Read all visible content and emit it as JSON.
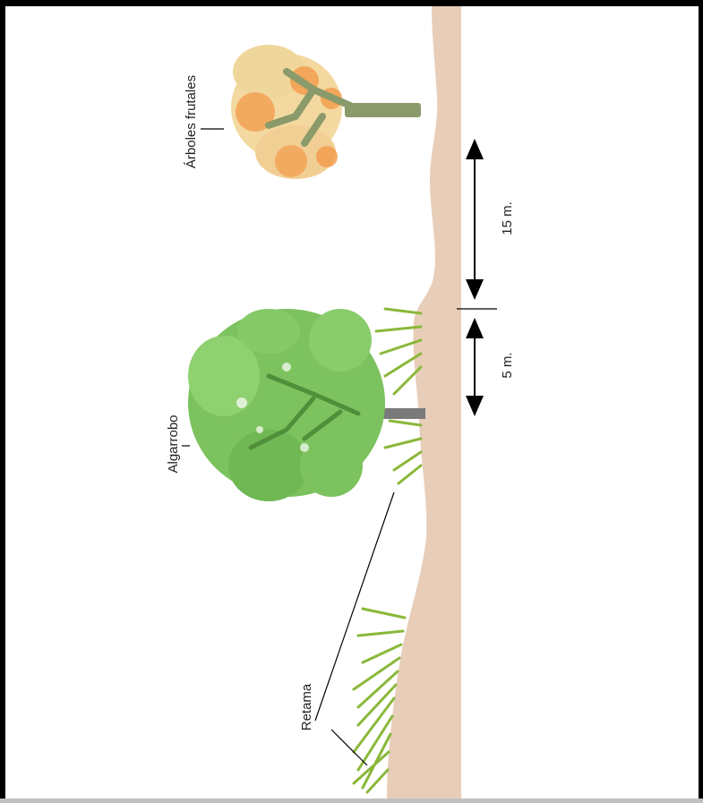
{
  "labels": {
    "fruit_trees": "Árboles frutales",
    "carob": "Algarrobo",
    "broom": "Retama",
    "distance_long": "15 m.",
    "distance_short": "5 m."
  },
  "colors": {
    "soil": "#e8cdb8",
    "fruit_foliage": "#f3d9a0",
    "fruit_accent": "#f29a4a",
    "fruit_trunk": "#8a9a6a",
    "carob_foliage": "#7cc25e",
    "carob_dark": "#4f8f3a",
    "carob_trunk": "#7a7a7a",
    "broom": "#8ab83a",
    "arrow": "#000000",
    "frame": "#000000"
  },
  "icons": [
    "fruit-tree-icon",
    "carob-tree-icon",
    "broom-shrub-icon"
  ]
}
